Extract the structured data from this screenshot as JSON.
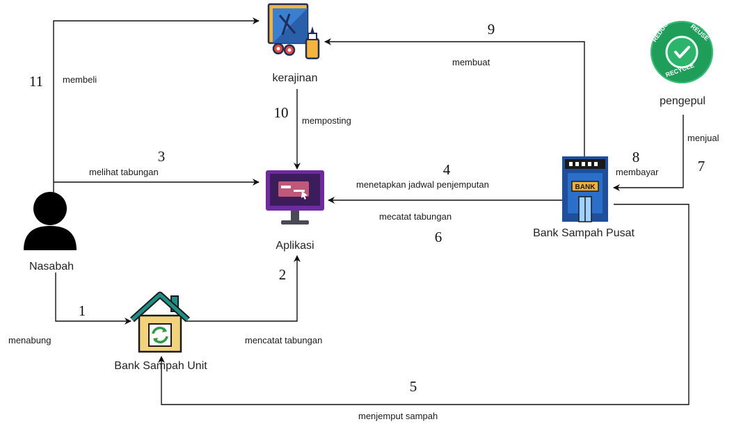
{
  "nodes": {
    "kerajinan": "kerajinan",
    "pengepul": "pengepul",
    "aplikasi": "Aplikasi",
    "nasabah": "Nasabah",
    "bank_pusat": "Bank Sampah Pusat",
    "bank_unit": "Bank Sampah Unit",
    "bank_sign": "BANK",
    "recycle_badge": [
      "REDUCE",
      "REUSE",
      "RECYCLE"
    ]
  },
  "edges": {
    "e1": {
      "num": "1",
      "label": "menabung"
    },
    "e2": {
      "num": "2",
      "label": "mencatat tabungan"
    },
    "e3": {
      "num": "3",
      "label": "melihat tabungan"
    },
    "e4": {
      "num": "4",
      "label": "menetapkan jadwal penjemputan"
    },
    "e5": {
      "num": "5",
      "label": "menjemput sampah"
    },
    "e6": {
      "num": "6",
      "label": "mecatat tabungan"
    },
    "e7": {
      "num": "7",
      "label": "menjual"
    },
    "e8": {
      "num": "8",
      "label": "membayar"
    },
    "e9": {
      "num": "9",
      "label": "membuat"
    },
    "e10": {
      "num": "10",
      "label": "memposting"
    },
    "e11": {
      "num": "11",
      "label": "membeli"
    }
  },
  "colors": {
    "line": "#111111",
    "recycle_green": "#1f9e5a",
    "monitor_purple": "#6f2b9e",
    "house_roof": "#1e8f86",
    "house_wall": "#f2d27a",
    "bank_blue": "#2a6fc9",
    "person": "#000000"
  }
}
